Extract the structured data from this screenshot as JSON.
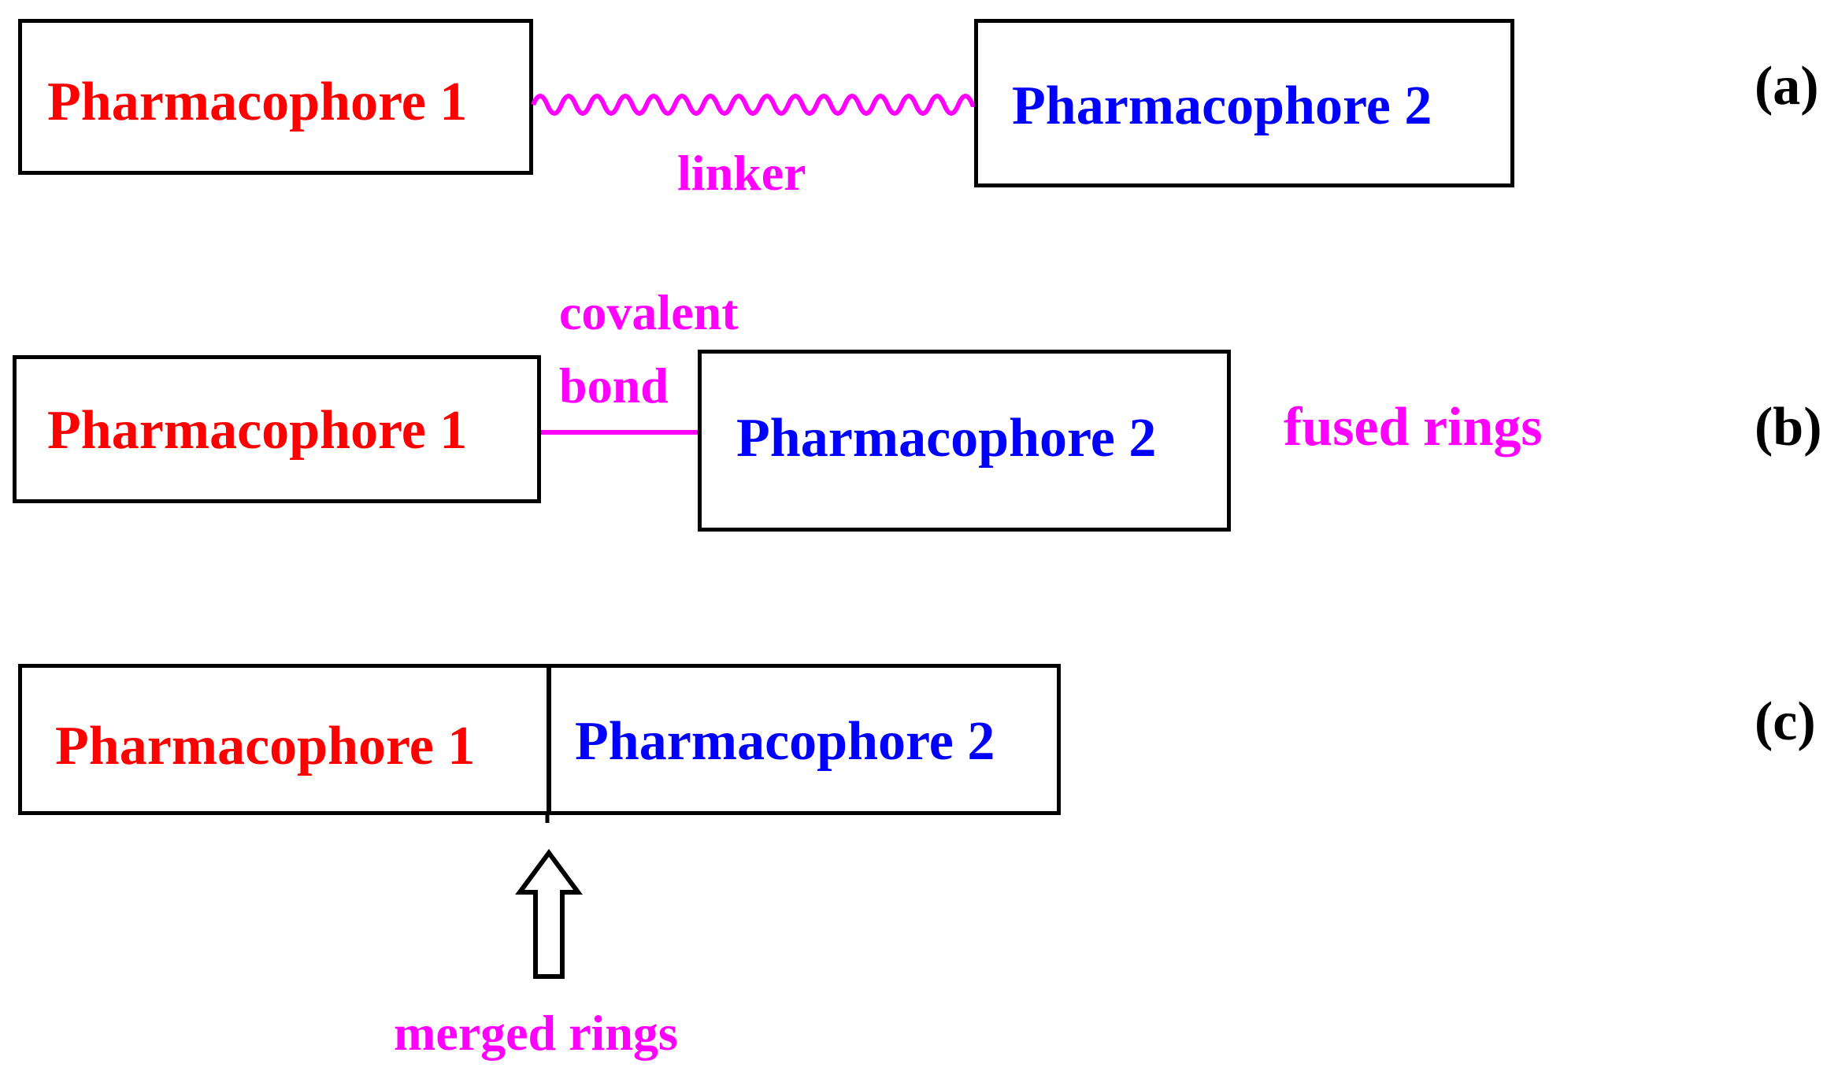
{
  "panel_a": {
    "box1_label": "Pharmacophore 1",
    "box2_label": "Pharmacophore 2",
    "connector_label": "linker",
    "panel_label": "(a)"
  },
  "panel_b": {
    "box1_label": "Pharmacophore 1",
    "box2_label": "Pharmacophore 2",
    "connector_label_line1": "covalent",
    "connector_label_line2": "bond",
    "side_label": "fused rings",
    "panel_label": "(b)"
  },
  "panel_c": {
    "box1_label": "Pharmacophore 1",
    "box2_label": "Pharmacophore 2",
    "arrow_label": "merged rings",
    "panel_label": "(c)"
  },
  "colors": {
    "pharmacophore_1": "#ff0000",
    "pharmacophore_2": "#0000ff",
    "connector": "#ff00ff",
    "outline": "#000000"
  }
}
